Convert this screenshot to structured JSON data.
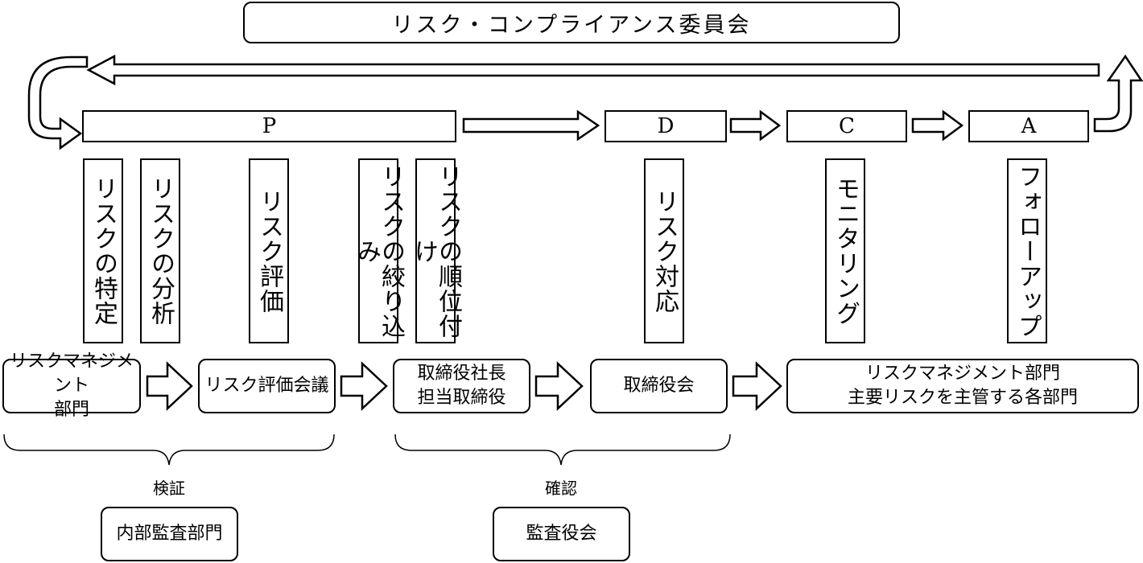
{
  "committee": "リスク・コンプライアンス委員会",
  "phases": [
    "P",
    "D",
    "C",
    "A"
  ],
  "steps": [
    "リスクの特定",
    "リスクの分析",
    "リスク評価",
    "リスクの絞り込み",
    "リスクの順位付け",
    "リスク対応",
    "モニタリング",
    "フォローアップ"
  ],
  "orgs": [
    {
      "line1": "リスクマネジメント",
      "line2": "部門"
    },
    {
      "line1": "リスク評価会議",
      "line2": ""
    },
    {
      "line1": "取締役社長",
      "line2": "担当取締役"
    },
    {
      "line1": "取締役会",
      "line2": ""
    },
    {
      "line1": "リスクマネジメント部門",
      "line2": "主要リスクを主管する各部門"
    }
  ],
  "oversight": [
    {
      "label": "検証",
      "body": "内部監査部門"
    },
    {
      "label": "確認",
      "body": "監査役会"
    }
  ]
}
